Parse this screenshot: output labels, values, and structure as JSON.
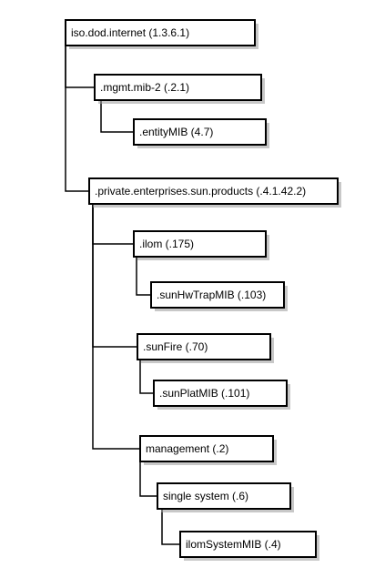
{
  "nodes": [
    {
      "id": "iso-dod-internet",
      "label": "iso.dod.internet (1.3.6.1)"
    },
    {
      "id": "mgmt-mib-2",
      "label": ".mgmt.mib-2 (.2.1)"
    },
    {
      "id": "entity-mib",
      "label": ".entityMIB (4.7)"
    },
    {
      "id": "private-enterprises-sun-products",
      "label": ".private.enterprises.sun.products (.4.1.42.2)"
    },
    {
      "id": "ilom",
      "label": ".ilom (.175)"
    },
    {
      "id": "sun-hw-trap-mib",
      "label": ".sunHwTrapMIB (.103)"
    },
    {
      "id": "sun-fire",
      "label": ".sunFire (.70)"
    },
    {
      "id": "sun-plat-mib",
      "label": ".sunPlatMIB (.101)"
    },
    {
      "id": "management",
      "label": "management (.2)"
    },
    {
      "id": "single-system",
      "label": "single system (.6)"
    },
    {
      "id": "ilom-system-mib",
      "label": "ilomSystemMIB (.4)"
    }
  ]
}
